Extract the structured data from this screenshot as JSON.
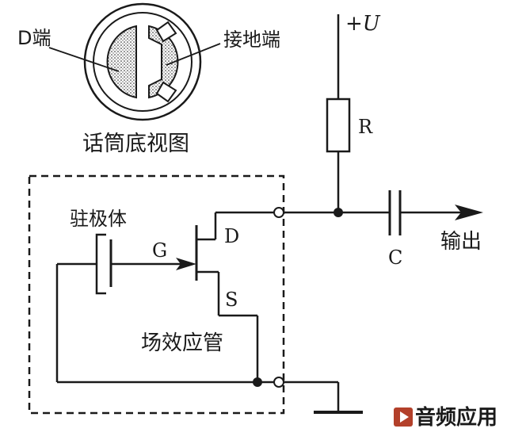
{
  "mic_view": {
    "d_terminal_label": "D端",
    "ground_terminal_label": "接地端",
    "caption": "话筒底视图"
  },
  "circuit": {
    "supply_label": "+U",
    "resistor_label": "R",
    "capacitor_label": "C",
    "output_label": "输出",
    "electret_label": "驻极体",
    "gate_label": "G",
    "drain_label": "D",
    "source_label": "S",
    "fet_label": "场效应管"
  },
  "watermark": {
    "text": "音频应用"
  },
  "colors": {
    "line": "#1a1a1a",
    "accent": "#b3402a"
  }
}
